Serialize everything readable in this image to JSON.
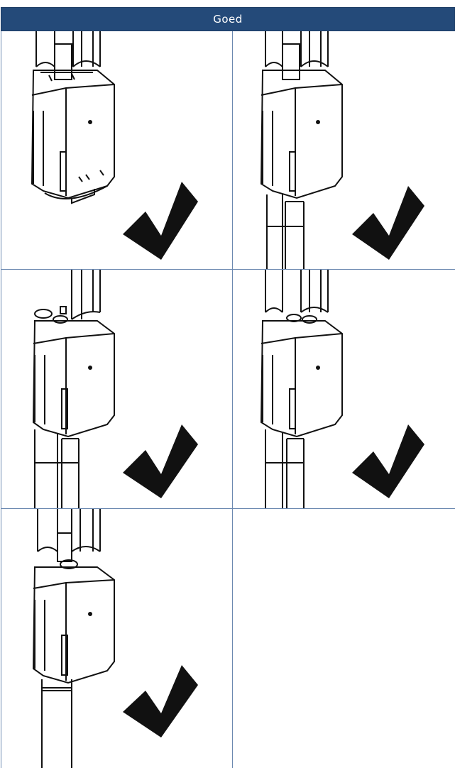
{
  "header": {
    "title": "Goed"
  },
  "cells": [
    {
      "variant": "stub-bottom",
      "check": "check-icon"
    },
    {
      "variant": "pipes-bottom",
      "check": "check-icon"
    },
    {
      "variant": "caps-pipes-bottom",
      "check": "check-icon"
    },
    {
      "variant": "caps-pipes-bottom",
      "check": "check-icon"
    },
    {
      "variant": "caps-single-bottom",
      "check": "check-icon"
    }
  ],
  "colors": {
    "header": "#244a79",
    "grid_line": "#6b88b0",
    "line_art": "#111111",
    "check": "#111111"
  }
}
